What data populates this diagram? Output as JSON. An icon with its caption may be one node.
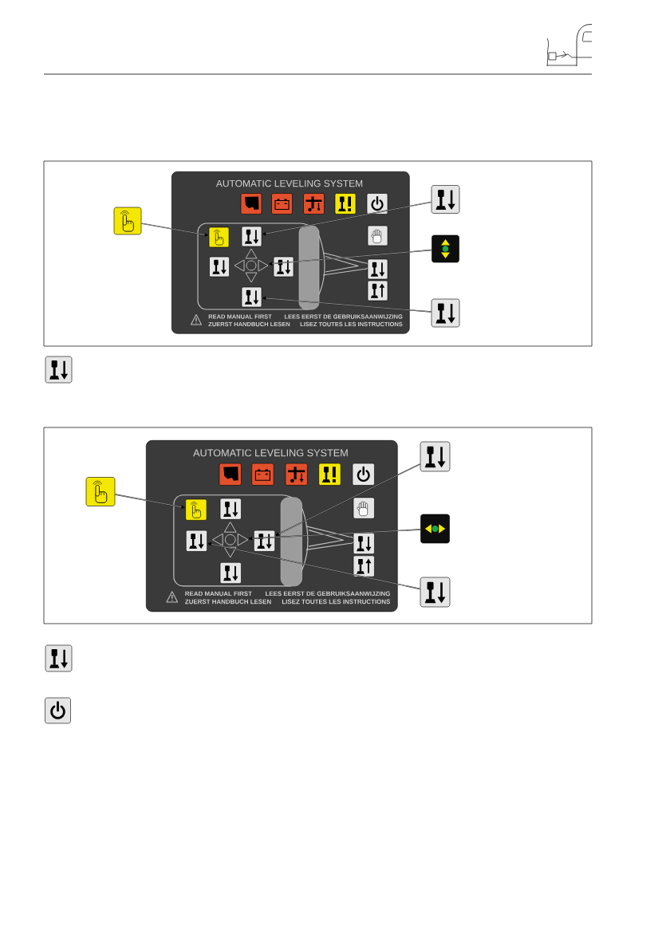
{
  "diagram": {
    "nodes": [
      {
        "text": [],
        "shape": "picture"
      },
      {
        "text": [
          "AUTOMATIC LEVELING SYSTEM",
          "READ MANUAL FIRST",
          "LEES EERST DE GEBRUIKSAANWIJZING",
          "ZUERST HANDBUCH LESEN",
          "LISEZ TOUTES LES INSTRUCTIONS"
        ]
      },
      {
        "text": [],
        "shape": "picture",
        "in": 1
      },
      {
        "text": [],
        "shape": "picture",
        "in": 1
      },
      {
        "text": [],
        "shape": "picture",
        "in": 1
      },
      {
        "text": [],
        "shape": "picture",
        "in": 1
      },
      {
        "text": [],
        "shape": "picture",
        "in": 1
      },
      {
        "text": [],
        "shape": "picture",
        "in": 1
      },
      {
        "text": [],
        "shape": "picture",
        "in": 1
      },
      {
        "text": [],
        "shape": "picture",
        "in": 1
      },
      {
        "text": [],
        "shape": "picture",
        "in": 1
      },
      {
        "text": [],
        "shape": "picture",
        "in": 1
      },
      {
        "text": [],
        "shape": "picture",
        "in": 1
      },
      {
        "text": [],
        "shape": "picture",
        "in": 1
      },
      {
        "text": [],
        "shape": "picture",
        "in": 1
      },
      {
        "text": [],
        "shape": "picture",
        "in": 1
      },
      {
        "text": [],
        "shape": "picture"
      },
      {
        "text": [],
        "shape": "picture"
      },
      {
        "text": [],
        "shape": "picture"
      },
      {
        "text": [],
        "shape": "picture"
      },
      {
        "text": [],
        "shape": "picture"
      },
      {
        "text": [
          "AUTOMATIC LEVELING SYSTEM",
          "READ MANUAL FIRST",
          "LEES EERST DE GEBRUIKSAANWIJZING",
          "ZUERST HANDBUCH LESEN",
          "LISEZ TOUTES LES INSTRUCTIONS"
        ]
      },
      {
        "text": [],
        "shape": "picture",
        "in": 21
      },
      {
        "text": [],
        "shape": "picture",
        "in": 21
      },
      {
        "text": [],
        "shape": "picture",
        "in": 21
      },
      {
        "text": [],
        "shape": "picture",
        "in": 21
      },
      {
        "text": [],
        "shape": "picture",
        "in": 21
      },
      {
        "text": [],
        "shape": "picture",
        "in": 21
      },
      {
        "text": [],
        "shape": "picture",
        "in": 21
      },
      {
        "text": [],
        "shape": "picture",
        "in": 21
      },
      {
        "text": [],
        "shape": "picture",
        "in": 21
      },
      {
        "text": [],
        "shape": "picture",
        "in": 21
      },
      {
        "text": [],
        "shape": "picture",
        "in": 21
      },
      {
        "text": [],
        "shape": "picture",
        "in": 21
      },
      {
        "text": [],
        "shape": "picture",
        "in": 21
      },
      {
        "text": [],
        "shape": "picture",
        "in": 21
      },
      {
        "text": [],
        "shape": "picture"
      },
      {
        "text": [],
        "shape": "picture"
      },
      {
        "text": [],
        "shape": "picture"
      },
      {
        "text": [],
        "shape": "picture"
      },
      {
        "text": [],
        "shape": "picture"
      }
    ],
    "edges": [
      {
        "from": 0,
        "to": 7,
        "arrow": "to"
      },
      {
        "from": 16,
        "to": 8,
        "arrow": "to"
      },
      {
        "from": 17,
        "to": 11,
        "arrow": "to"
      },
      {
        "from": 18,
        "to": 14,
        "arrow": "to"
      },
      {
        "from": 20,
        "to": 27,
        "arrow": "to"
      },
      {
        "from": 36,
        "to": 32,
        "arrow": "to"
      },
      {
        "from": 37,
        "to": 31,
        "arrow": "to"
      },
      {
        "from": 38,
        "to": 30,
        "arrow": "to"
      }
    ]
  }
}
